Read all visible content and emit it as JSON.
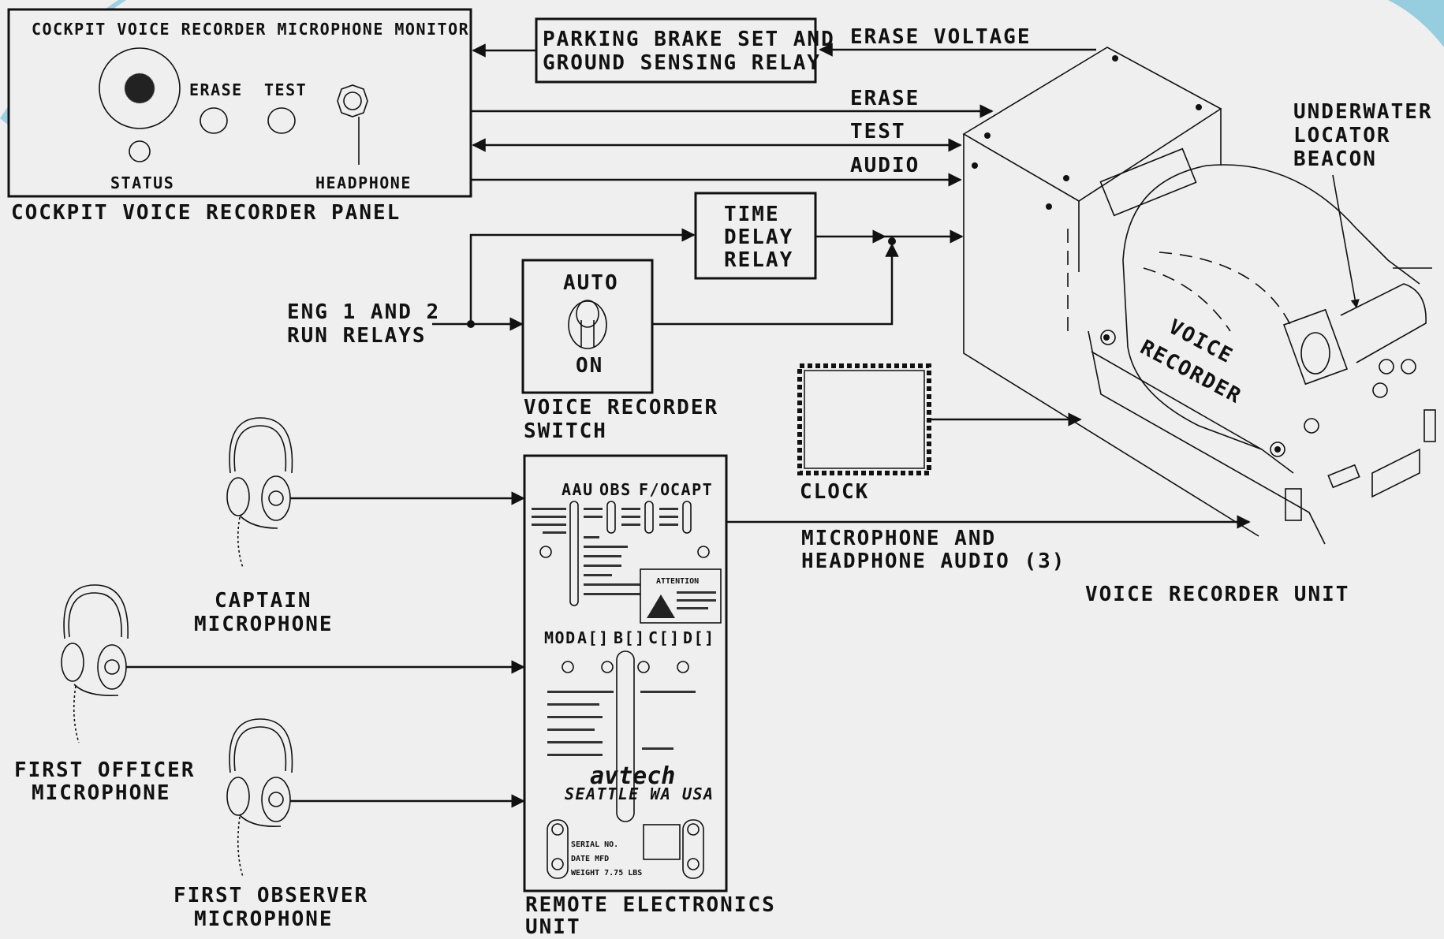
{
  "panel": {
    "title": "COCKPIT VOICE RECORDER MICROPHONE MONITOR",
    "erase": "ERASE",
    "test": "TEST",
    "status": "STATUS",
    "headphone": "HEADPHONE",
    "caption": "COCKPIT VOICE RECORDER PANEL"
  },
  "parking_relay": {
    "line1": "PARKING BRAKE SET AND",
    "line2": "GROUND SENSING RELAY"
  },
  "signals": {
    "erase_voltage": "ERASE VOLTAGE",
    "erase": "ERASE",
    "test": "TEST",
    "audio": "AUDIO",
    "mic_audio_1": "MICROPHONE AND",
    "mic_audio_2": "HEADPHONE AUDIO (3)"
  },
  "time_delay": {
    "line1": "TIME",
    "line2": "DELAY",
    "line3": "RELAY"
  },
  "eng_relays": {
    "line1": "ENG 1 AND 2",
    "line2": "RUN RELAYS"
  },
  "switch": {
    "auto": "AUTO",
    "on": "ON",
    "caption1": "VOICE RECORDER",
    "caption2": "SWITCH"
  },
  "clock": {
    "label": "CLOCK"
  },
  "recorder": {
    "body_1": "VOICE",
    "body_2": "RECORDER",
    "beacon_1": "UNDERWATER",
    "beacon_2": "LOCATOR",
    "beacon_3": "BEACON",
    "caption": "VOICE RECORDER UNIT"
  },
  "mics": {
    "captain_1": "CAPTAIN",
    "captain_2": "MICROPHONE",
    "fo_1": "FIRST OFFICER",
    "fo_2": "MICROPHONE",
    "obs_1": "FIRST OBSERVER",
    "obs_2": "MICROPHONE"
  },
  "reu": {
    "caption1": "REMOTE ELECTRONICS",
    "caption2": "UNIT",
    "hdr_aau": "AAU",
    "hdr_obs": "OBS",
    "hdr_fo": "F/O",
    "hdr_capt": "CAPT",
    "mod": "MOD",
    "mod_a": "A[]",
    "mod_b": "B[]",
    "mod_c": "C[]",
    "mod_d": "D[]",
    "attention": "ATTENTION",
    "brand": "avtech",
    "city": "SEATTLE WA USA",
    "serial": "SERIAL NO.",
    "date": "DATE MFD",
    "weight": "WEIGHT 7.75 LBS"
  },
  "colors": {
    "line": "#111111",
    "background": "#efefef",
    "accent": "#5ab7d6"
  }
}
